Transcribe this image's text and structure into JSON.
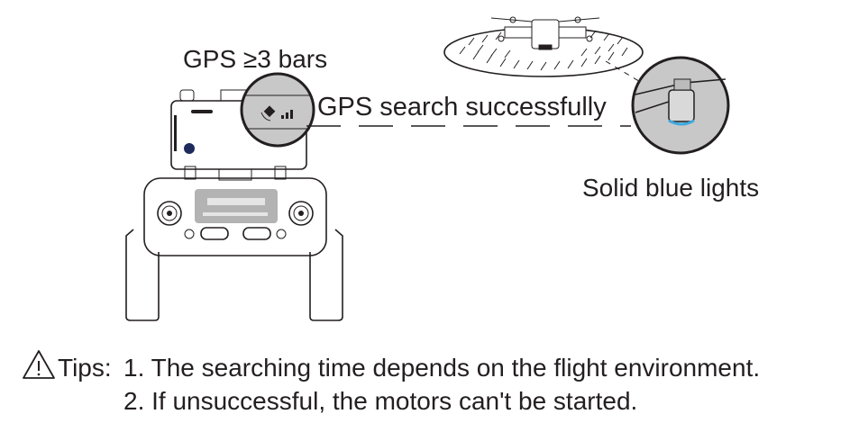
{
  "labels": {
    "gps_bars": "GPS ≥3 bars",
    "gps_search": "GPS search successfully",
    "blue_lights": "Solid blue lights"
  },
  "tips": {
    "icon": "warning-triangle-icon",
    "prefix": "Tips:",
    "items": [
      "1. The searching time depends on the flight environment.",
      "2. If unsuccessful, the motors can't be started."
    ]
  },
  "colors": {
    "motor_light": "#3fa9e0",
    "zoom_fill": "#c8c8c8"
  }
}
